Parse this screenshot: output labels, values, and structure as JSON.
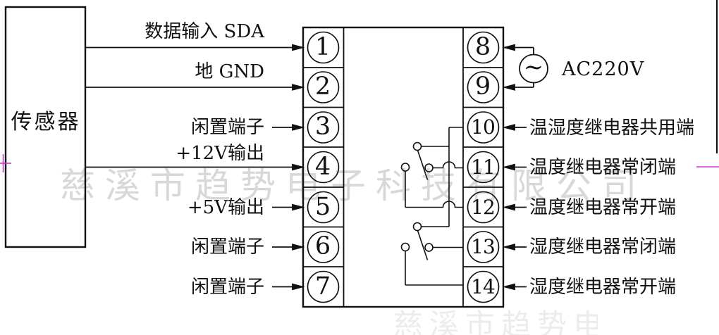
{
  "diagram": {
    "sensor_label": "传感器",
    "power": {
      "label": "AC220V",
      "symbol": "~"
    },
    "watermark": {
      "text": "慈溪市趋势电子科技有限公司",
      "color": "#d8d8d8"
    },
    "pins_left": [
      {
        "number": "1",
        "label": "数据输入 SDA"
      },
      {
        "number": "2",
        "label": "地 GND"
      },
      {
        "number": "3",
        "label": "闲置端子"
      },
      {
        "number": "4",
        "label": "+12V输出"
      },
      {
        "number": "5",
        "label": "+5V输出"
      },
      {
        "number": "6",
        "label": "闲置端子"
      },
      {
        "number": "7",
        "label": "闲置端子"
      }
    ],
    "pins_right": [
      {
        "number": "8",
        "label": ""
      },
      {
        "number": "9",
        "label": ""
      },
      {
        "number": "10",
        "label": "温湿度继电器共用端"
      },
      {
        "number": "11",
        "label": "温度继电器常闭端"
      },
      {
        "number": "12",
        "label": "温度继电器常开端"
      },
      {
        "number": "13",
        "label": "湿度继电器常闭端"
      },
      {
        "number": "14",
        "label": "湿度继电器常开端"
      }
    ],
    "colors": {
      "line": "#111111",
      "marker": "#cc33cc",
      "watermark": "#d8d8d8"
    }
  }
}
